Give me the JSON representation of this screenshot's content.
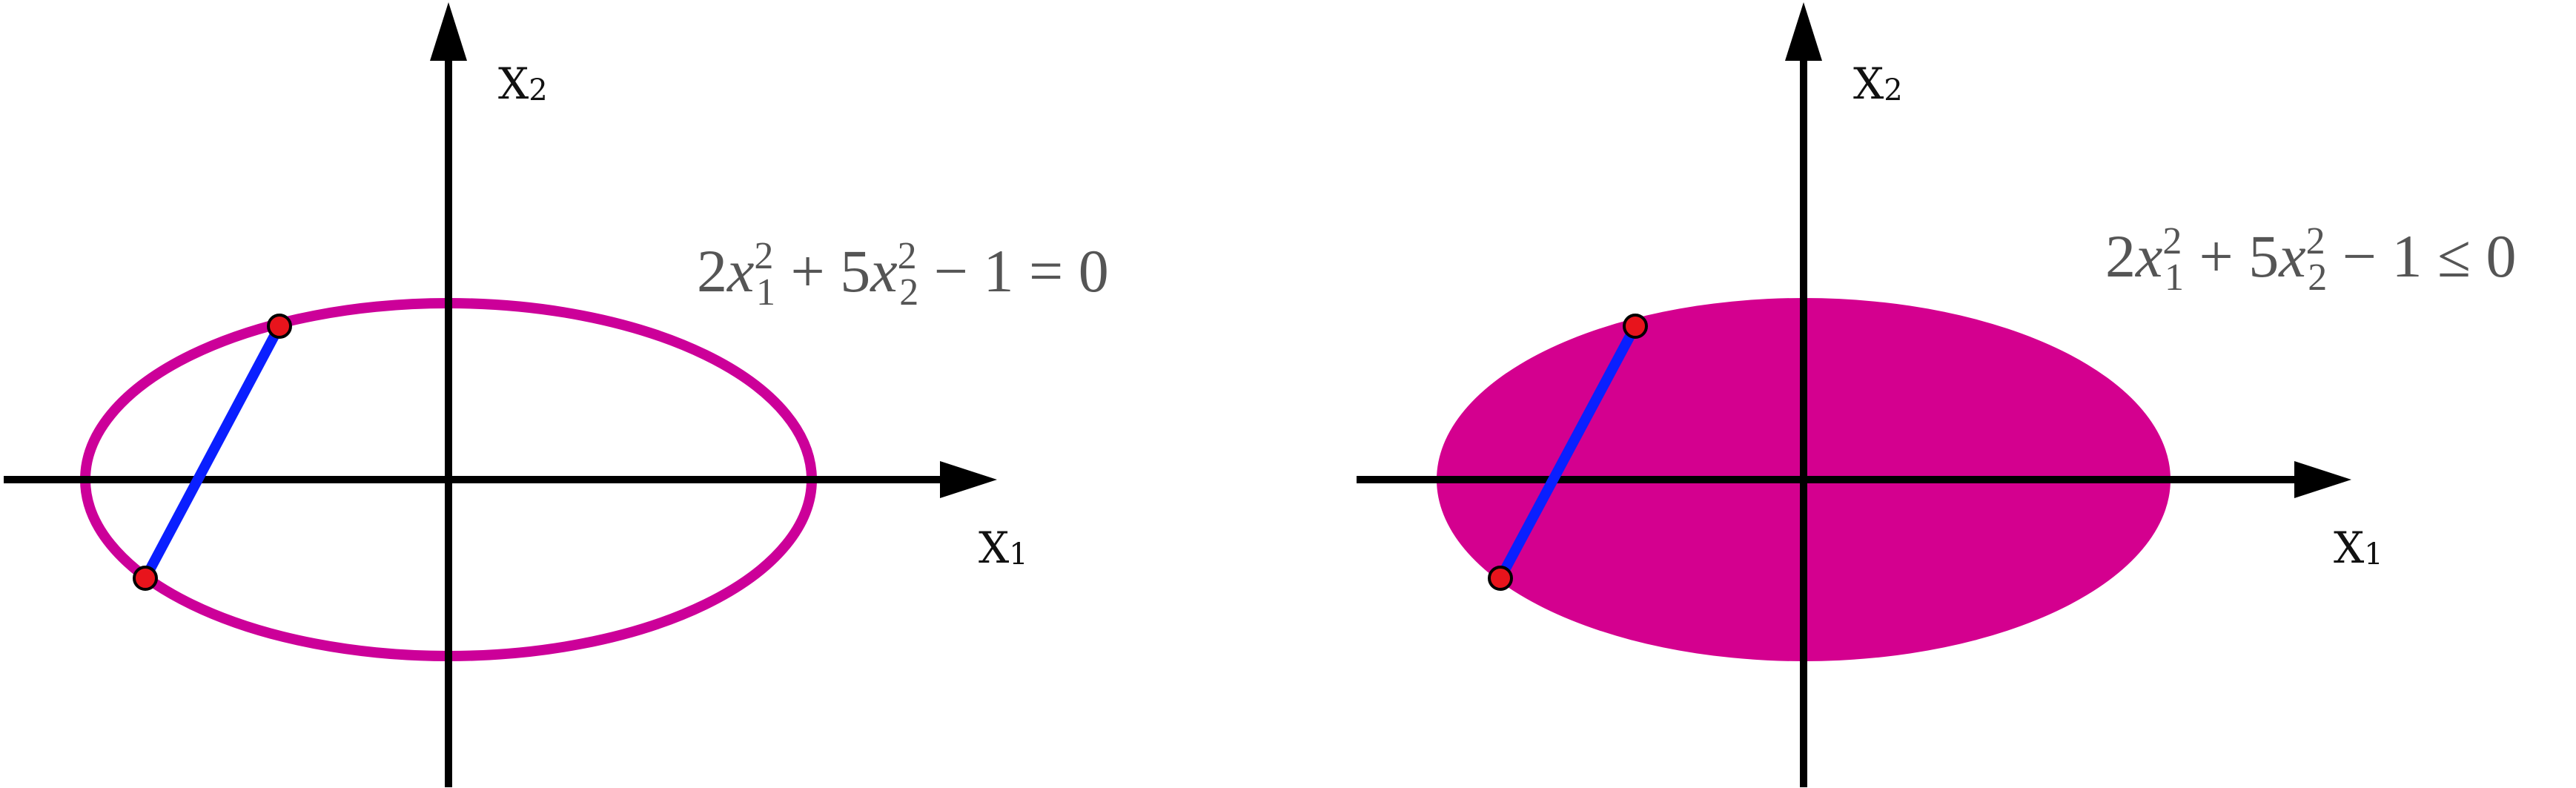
{
  "colors": {
    "axis": "#000000",
    "ellipse": "#cc0099",
    "region_fill": "#d4008f",
    "segment": "#0a1fff",
    "point_fill": "#e8141c",
    "label_text": "#111111",
    "equation_text": "#555555"
  },
  "panels": [
    {
      "id": "boundary",
      "axis_labels": {
        "x1": {
          "base": "X",
          "sub": "1"
        },
        "x2": {
          "base": "X",
          "sub": "2"
        }
      },
      "equation": {
        "coef1": "2",
        "var1": "x",
        "sub1": "1",
        "sup1": "2",
        "op1": "+",
        "coef2": "5",
        "var2": "x",
        "sub2": "2",
        "sup2": "2",
        "op2": "−",
        "const": "1",
        "relation": "=",
        "rhs": "0"
      },
      "shape": "ellipse-outline"
    },
    {
      "id": "region",
      "axis_labels": {
        "x1": {
          "base": "X",
          "sub": "1"
        },
        "x2": {
          "base": "X",
          "sub": "2"
        }
      },
      "equation": {
        "coef1": "2",
        "var1": "x",
        "sub1": "1",
        "sup1": "2",
        "op1": "+",
        "coef2": "5",
        "var2": "x",
        "sub2": "2",
        "sup2": "2",
        "op2": "−",
        "const": "1",
        "relation": "≤",
        "rhs": "0"
      },
      "shape": "ellipse-filled"
    }
  ]
}
